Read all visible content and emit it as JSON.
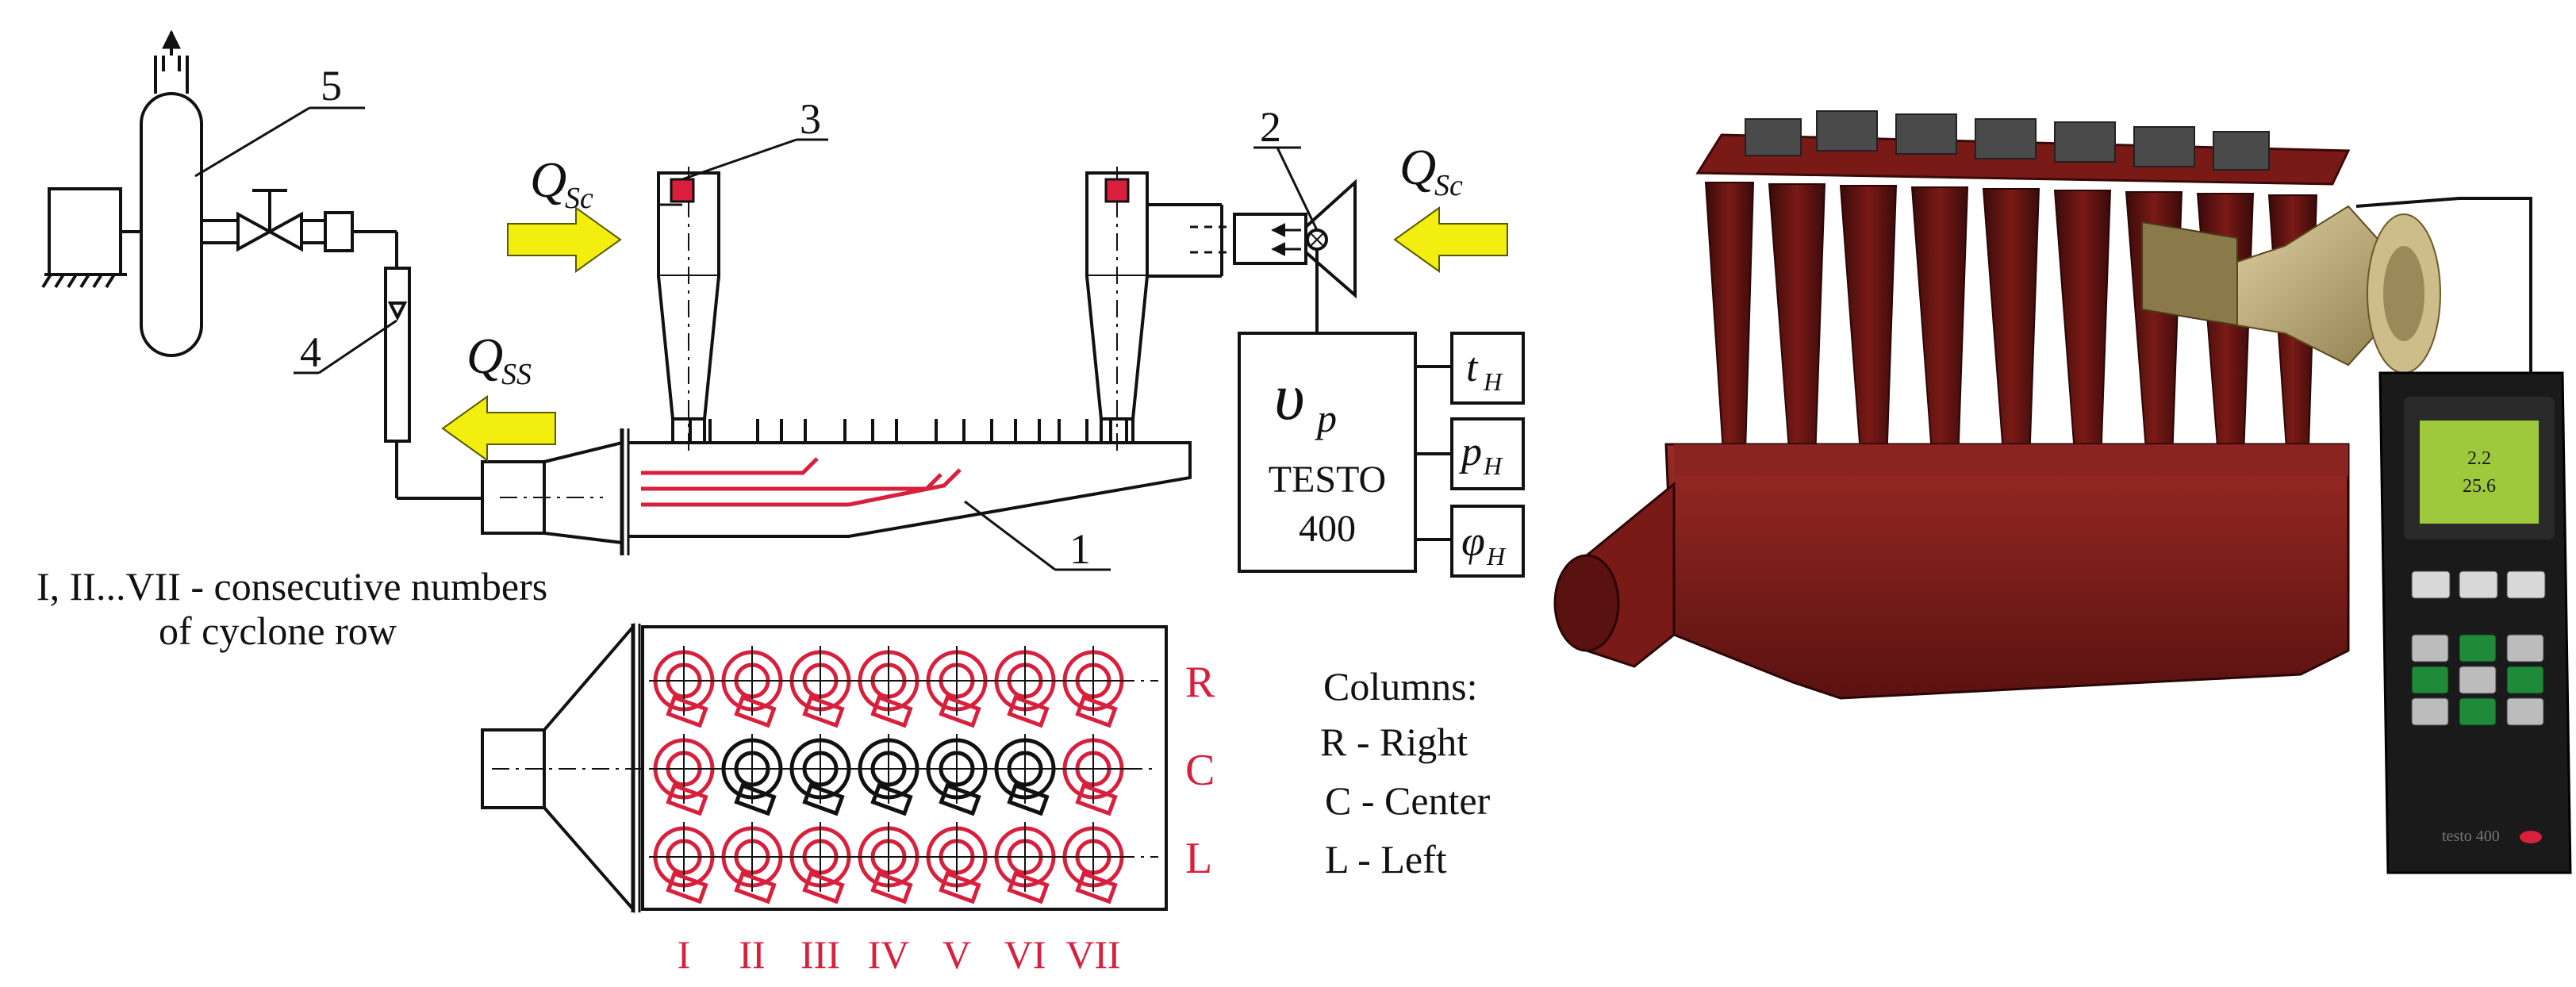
{
  "labels": {
    "n1": "1",
    "n2": "2",
    "n3": "3",
    "n4": "4",
    "n5": "5"
  },
  "flows": {
    "q_main": "Q",
    "q_main_sub": "Sc",
    "q_sec": "Q",
    "q_sec_sub": "SS"
  },
  "meter": {
    "symbol": "υ",
    "symbol_sub": "p",
    "brand": "TESTO",
    "model": "400",
    "t": "t",
    "t_sub": "H",
    "p": "p",
    "p_sub": "H",
    "phi": "φ",
    "phi_sub": "H"
  },
  "legend": {
    "rows_line1": "I, II...VII - consecutive numbers",
    "rows_line2": "of cyclone row",
    "columns_title": "Columns:",
    "col_r": "R - Right",
    "col_c": "C - Center",
    "col_l": "L - Left"
  },
  "grid": {
    "row_labels": [
      "R",
      "C",
      "L"
    ],
    "col_labels": [
      "I",
      "II",
      "III",
      "IV",
      "V",
      "VI",
      "VII"
    ]
  },
  "handheld": {
    "reading1": "2.2",
    "reading2": "25.6",
    "brand": "testo 400"
  },
  "colors": {
    "red": "#d8203c",
    "yellow": "#f2ee10",
    "black": "#111111",
    "maroon": "#6a1512",
    "lcd": "#9fc93c"
  }
}
